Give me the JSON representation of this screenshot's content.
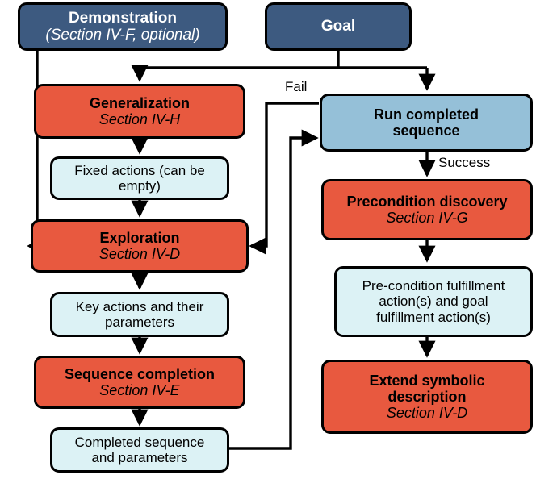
{
  "diagram": {
    "title": "Method pipeline flowchart",
    "colors": {
      "dark_blue": "#3d5a80",
      "orange": "#e8593f",
      "steel_blue": "#95c0d8",
      "light_cyan": "#dcf2f5",
      "stroke": "#000000",
      "background": "#ffffff"
    },
    "nodes": {
      "demonstration": {
        "line1": "Demonstration",
        "line2": "(Section IV-F, optional)"
      },
      "goal": {
        "line1": "Goal"
      },
      "generalization": {
        "line1": "Generalization",
        "line2": "Section IV-H"
      },
      "fixed_actions": {
        "line1": "Fixed actions (can be",
        "line2": "empty)"
      },
      "exploration": {
        "line1": "Exploration",
        "line2": "Section IV-D"
      },
      "key_actions": {
        "line1": "Key actions and their",
        "line2": "parameters"
      },
      "sequence_completion": {
        "line1": "Sequence completion",
        "line2": "Section IV-E"
      },
      "completed_sequence": {
        "line1": "Completed sequence",
        "line2": "and parameters"
      },
      "run_completed_sequence": {
        "line1": "Run completed",
        "line2": "sequence"
      },
      "precondition_discovery": {
        "line1": "Precondition discovery",
        "line2": "Section IV-G"
      },
      "precondition_fulfillment": {
        "line1": "Pre-condition fulfillment",
        "line2": "action(s) and goal",
        "line3": "fulfillment action(s)"
      },
      "extend_symbolic_description": {
        "line1": "Extend symbolic",
        "line2": "description",
        "line3": "Section IV-D"
      }
    },
    "edge_labels": {
      "fail": "Fail",
      "success": "Success"
    }
  }
}
